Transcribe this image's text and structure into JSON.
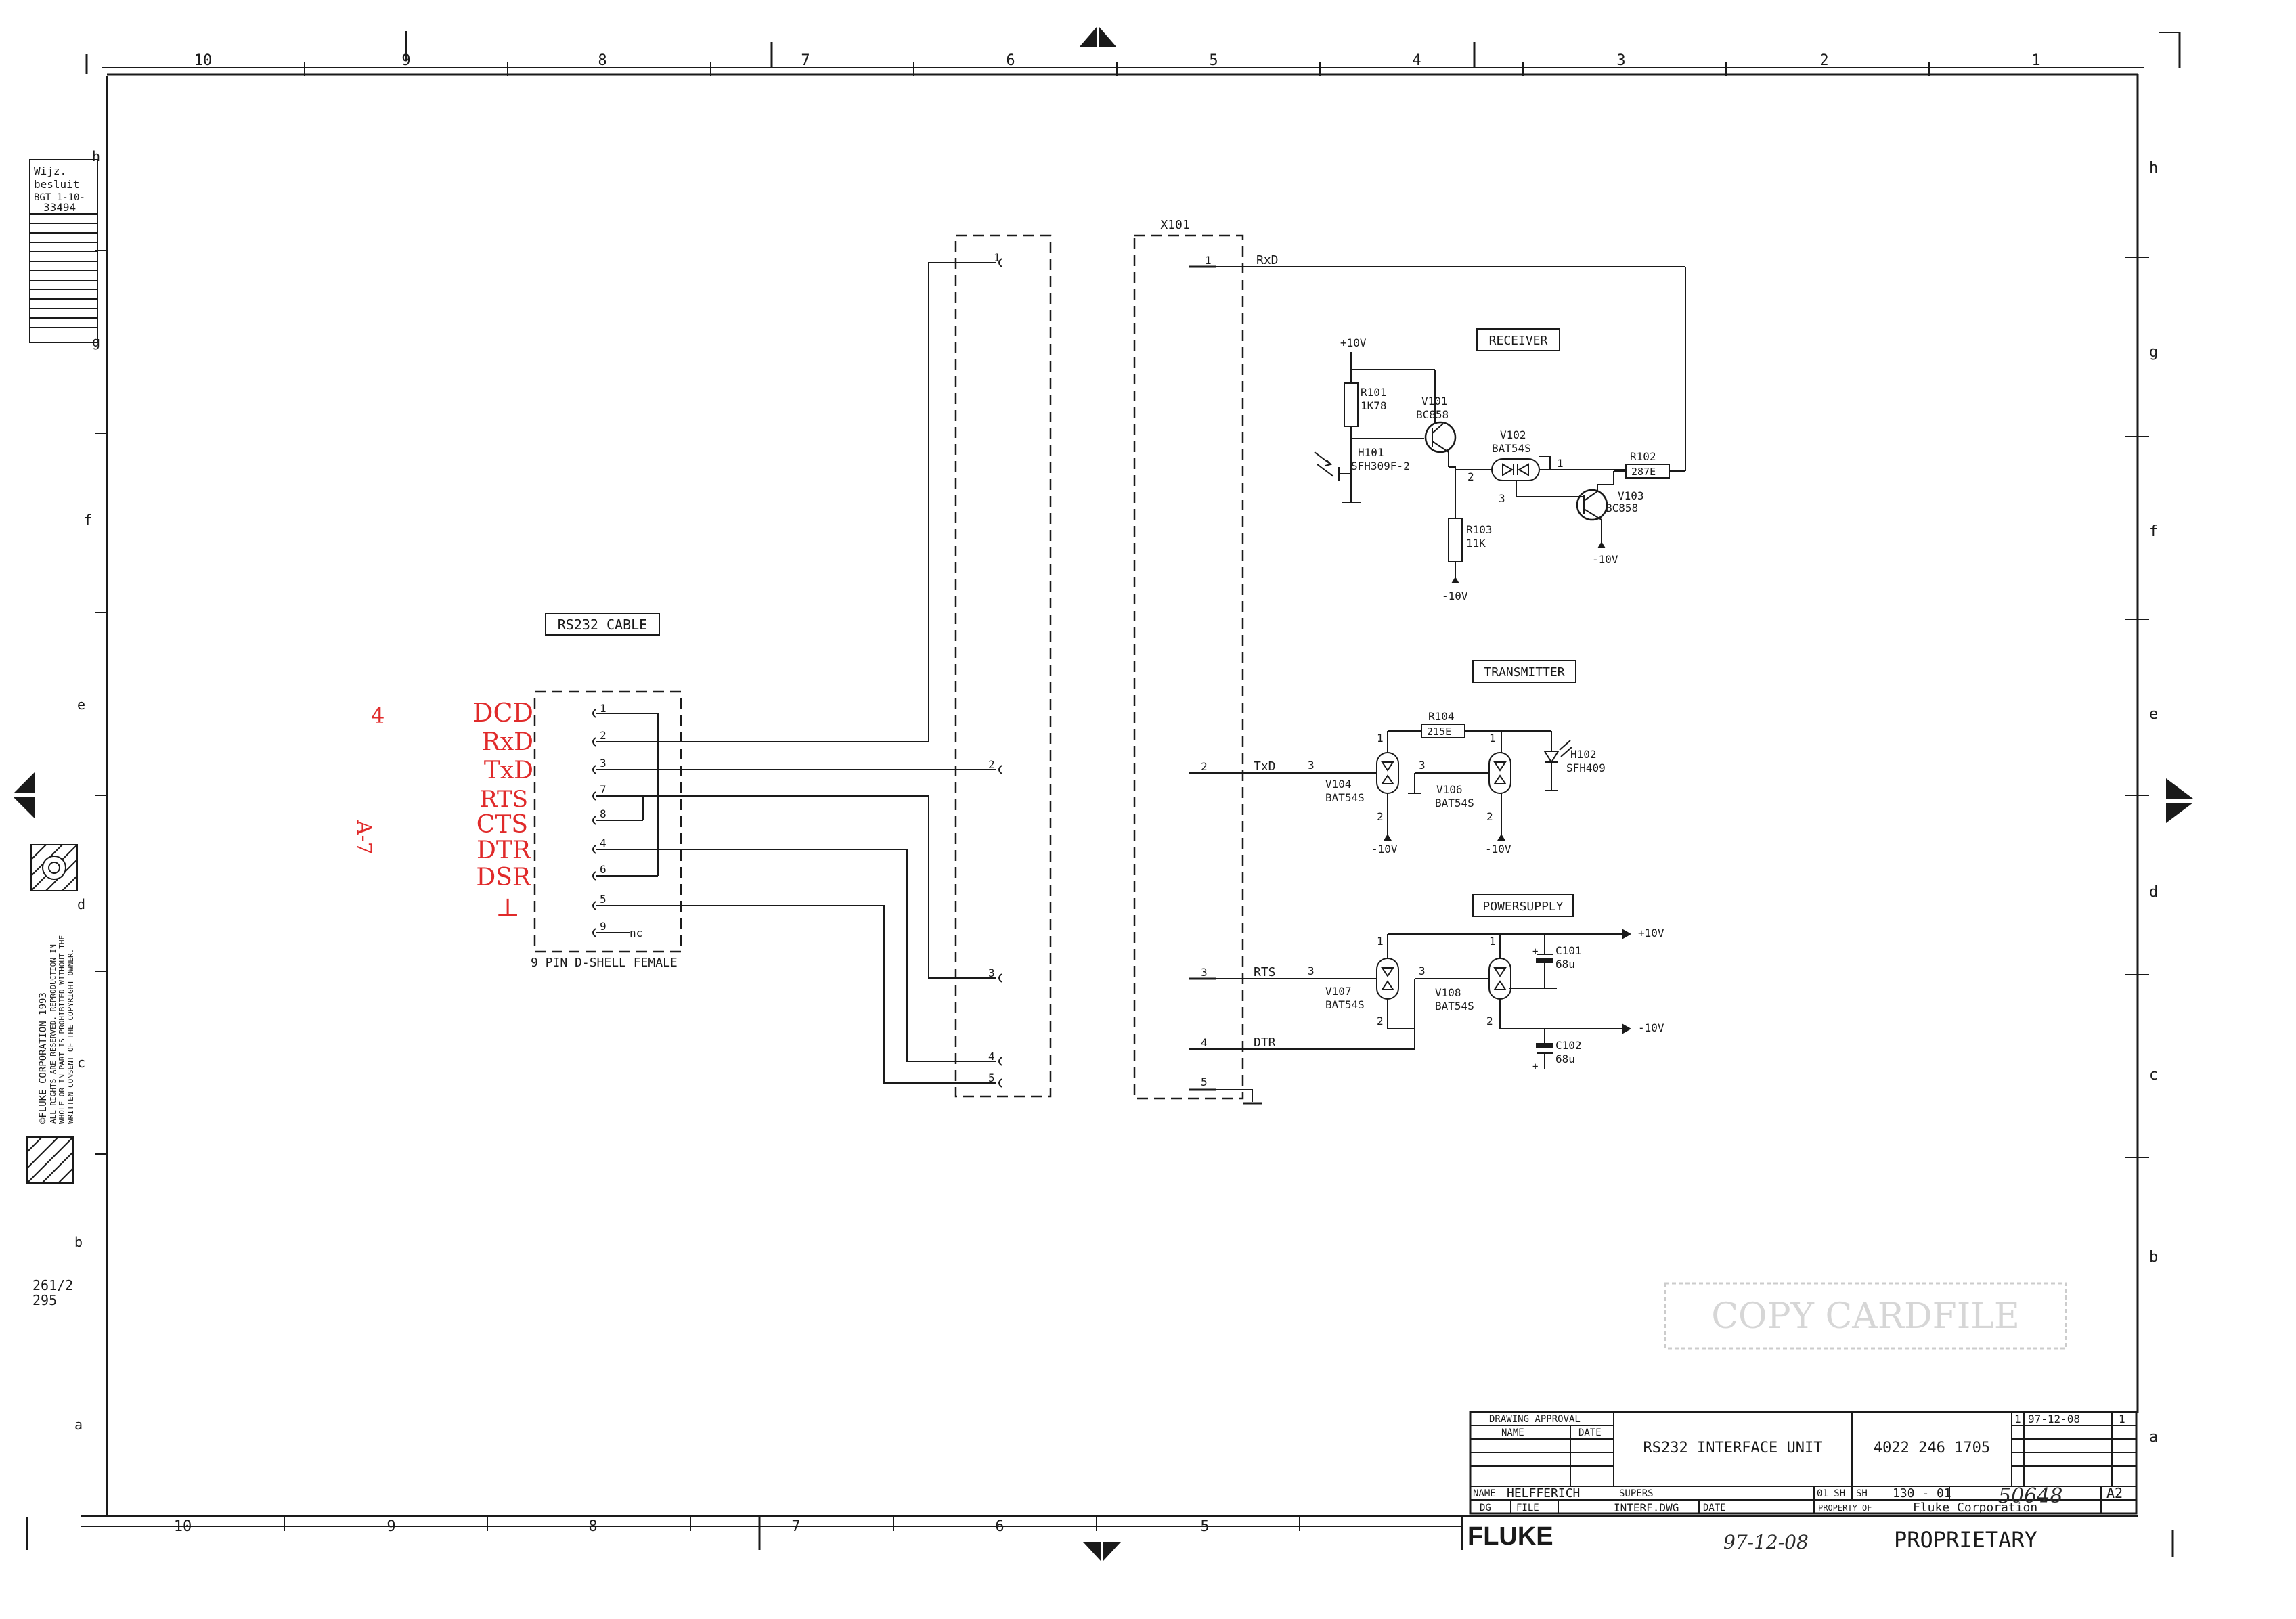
{
  "sheet_border": {
    "col_top": [
      "10",
      "9",
      "8",
      "7",
      "6",
      "5",
      "4",
      "3",
      "2",
      "1"
    ],
    "col_bottom": [
      "10",
      "9",
      "8",
      "7",
      "6",
      "5"
    ],
    "rows_right": [
      "h",
      "g",
      "f",
      "e",
      "d",
      "c",
      "b",
      "a"
    ],
    "rows_left": [
      "h",
      "g",
      "f",
      "e",
      "d",
      "c",
      "b",
      "a"
    ]
  },
  "revision_strip": {
    "line1": "Wijz.",
    "line2": "besluit",
    "line3": "BGT 1-10-",
    "line4": "33494"
  },
  "side_labels": {
    "code1": "261/2",
    "code2": "295"
  },
  "copyright": {
    "line1": "©FLUKE CORPORATION 1993",
    "line2": "ALL RIGHTS ARE RESERVED. REPRODUCTION IN",
    "line3": "WHOLE OR IN PART IS PROHIBITED WITHOUT THE",
    "line4": "WRITTEN CONSENT OF THE COPYRIGHT OWNER."
  },
  "cable": {
    "title": "RS232 CABLE",
    "connector_label": "9 PIN D-SHELL FEMALE",
    "pins": [
      "1",
      "2",
      "3",
      "7",
      "8",
      "4",
      "6",
      "5",
      "9"
    ],
    "nc_label": "nc",
    "connector2_pins": [
      "1",
      "2",
      "3",
      "4",
      "5"
    ]
  },
  "handwritten_signals": [
    "DCD",
    "RxD",
    "TxD",
    "RTS",
    "CTS",
    "DTR",
    "DSR",
    "⊥"
  ],
  "handwritten_marks": {
    "mark1": "4",
    "mark2": "A-7"
  },
  "x101": {
    "ref": "X101",
    "pins": [
      "1",
      "2",
      "3",
      "4",
      "5"
    ],
    "signals": {
      "p1": "RxD",
      "p2": "TxD",
      "p3": "RTS",
      "p4": "DTR"
    }
  },
  "receiver": {
    "title": "RECEIVER",
    "supply": "+10V",
    "r101": [
      "R101",
      "1K78"
    ],
    "v101": [
      "V101",
      "BC858"
    ],
    "h101": [
      "H101",
      "SFH309F-2"
    ],
    "v102": [
      "V102",
      "BAT54S"
    ],
    "r102": [
      "R102",
      "287E"
    ],
    "v103": [
      "V103",
      "BC858"
    ],
    "r103": [
      "R103",
      "11K"
    ],
    "neg1": "-10V",
    "neg2": "-10V",
    "pin1": "1",
    "pin2": "2",
    "pin3": "3"
  },
  "transmitter": {
    "title": "TRANSMITTER",
    "r104": [
      "R104",
      "215E"
    ],
    "h102": [
      "H102",
      "SFH409"
    ],
    "v104": [
      "V104",
      "BAT54S"
    ],
    "v106": [
      "V106",
      "BAT54S"
    ],
    "neg1": "-10V",
    "neg2": "-10V",
    "pin1": "1",
    "pin2": "2",
    "pin3": "3"
  },
  "powersupply": {
    "title": "POWERSUPPLY",
    "c101": [
      "C101",
      "68u"
    ],
    "c102": [
      "C102",
      "68u"
    ],
    "v107": [
      "V107",
      "BAT54S"
    ],
    "v108": [
      "V108",
      "BAT54S"
    ],
    "pos": "+10V",
    "neg": "-10V",
    "pin1": "1",
    "pin2": "2",
    "pin3": "3"
  },
  "stamp": "COPY CARDFILE",
  "title_block": {
    "approval_header": "DRAWING APPROVAL",
    "name_col": "NAME",
    "date_col": "DATE",
    "title": "RS232 INTERFACE UNIT",
    "number": "4022 246 1705",
    "rev_num": "1",
    "rev_date": "97-12-08",
    "rev_idx": "1",
    "name_label": "NAME",
    "name_value": "HELFFERICH",
    "supers_label": "SUPERS",
    "sheets_label": "01 SH",
    "sh_label": "SH",
    "sh_value": "130 - 01",
    "order_no": "50648",
    "size": "A2",
    "dg_label": "DG",
    "file_label": "FILE",
    "file_value": "INTERF.DWG",
    "date_label": "DATE",
    "property_label": "PROPERTY OF",
    "property_value": "Fluke Corporation",
    "company": "FLUKE",
    "proprietary": "PROPRIETARY",
    "hand_date": "97-12-08"
  }
}
